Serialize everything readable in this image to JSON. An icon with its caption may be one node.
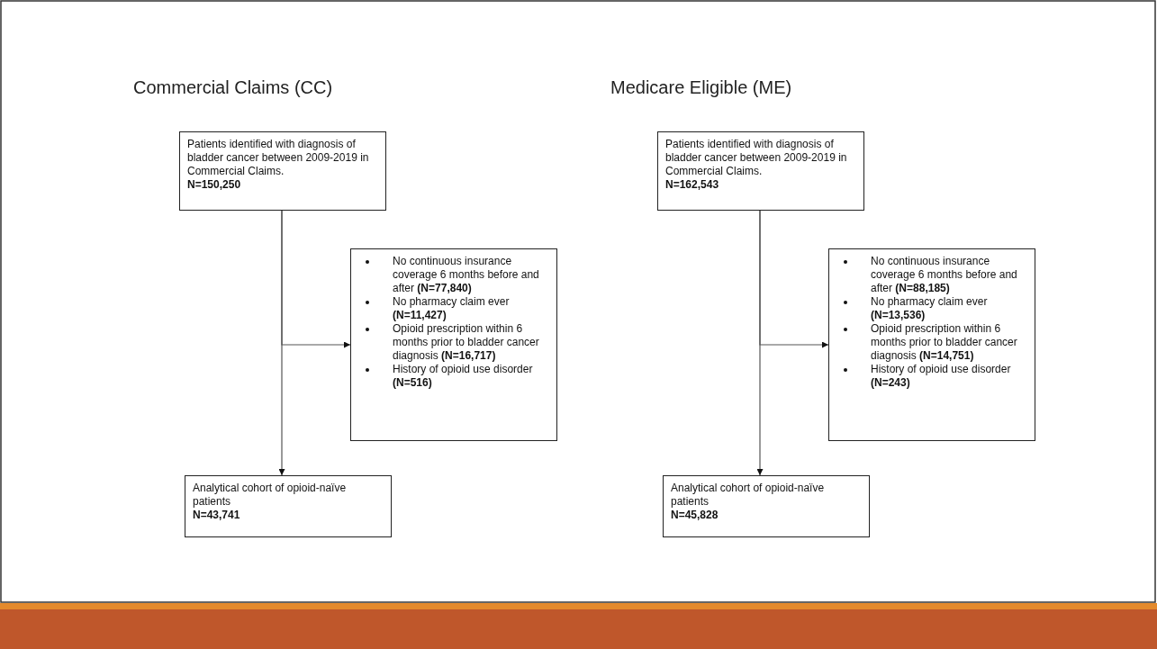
{
  "diagram": {
    "nodes": [
      {
        "text": [
          "Patients identified with diagnosis of bladder cancer between 2009-2019 in Commercial Claims.",
          "N=150,250"
        ]
      },
      {
        "text": [
          "No continuous insurance coverage 6 months before and after **(N=77,840)**",
          "No pharmacy claim ever **(N=11,427)**",
          "Opioid prescription within 6 months prior to bladder cancer diagnosis **(N=16,717)**",
          "History of opioid use disorder **(N=516)**"
        ]
      },
      {
        "text": [
          "Analytical cohort of opioid-naïve patients",
          "N=43,741"
        ]
      },
      {
        "text": [
          "Patients identified with diagnosis of bladder cancer between 2009-2019 in Commercial Claims.",
          "N=162,543"
        ]
      },
      {
        "text": [
          "No continuous insurance coverage 6 months before and after **(N=88,185)**",
          "No pharmacy claim ever **(N=13,536)**",
          "Opioid prescription within 6 months prior to bladder cancer diagnosis **(N=14,751)**",
          "History of opioid use disorder **(N=243)**"
        ]
      },
      {
        "text": [
          "Analytical cohort of opioid-naïve patients",
          "N=45,828"
        ]
      }
    ],
    "edges": [
      {
        "from": 0,
        "to": 2,
        "arrow": "to"
      },
      {
        "from": 0,
        "to": 1,
        "arrow": "to"
      },
      {
        "from": 3,
        "to": 5,
        "arrow": "to"
      },
      {
        "from": 3,
        "to": 4,
        "arrow": "to"
      }
    ],
    "labels": [
      "Commercial Claims (CC)",
      "Medicare Eligible (ME)"
    ]
  }
}
